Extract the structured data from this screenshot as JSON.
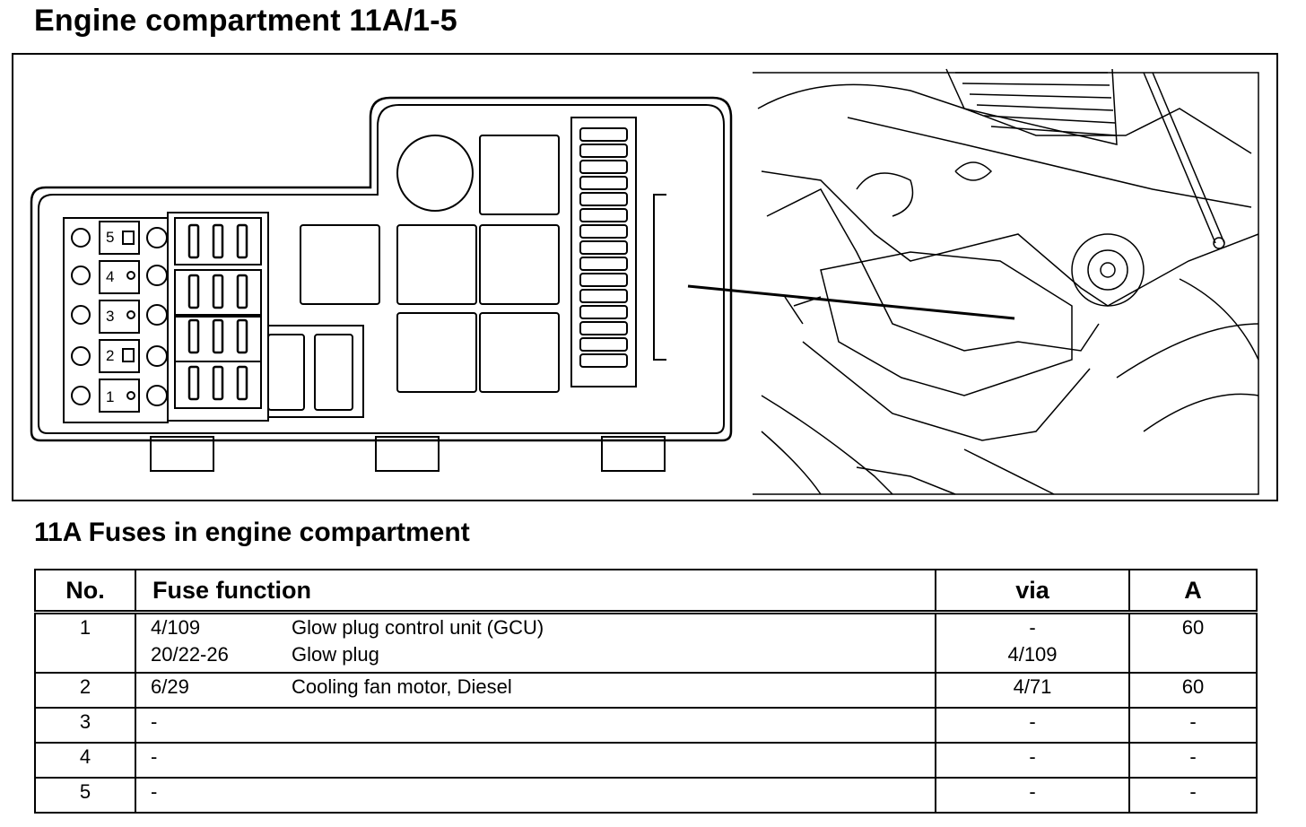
{
  "title": "Engine compartment 11A/1-5",
  "subtitle": "11A Fuses in engine compartment",
  "diagram": {
    "fuse_labels": [
      "5",
      "4",
      "3",
      "2",
      "1"
    ]
  },
  "table": {
    "headers": {
      "no": "No.",
      "function": "Fuse function",
      "via": "via",
      "a": "A"
    },
    "rows": [
      {
        "no": "1",
        "lines": [
          {
            "code": "4/109",
            "desc": "Glow plug control unit (GCU)",
            "via": "-"
          },
          {
            "code": "20/22-26",
            "desc": "Glow plug",
            "via": "4/109"
          }
        ],
        "a": "60"
      },
      {
        "no": "2",
        "lines": [
          {
            "code": "6/29",
            "desc": "Cooling fan motor, Diesel",
            "via": "4/71"
          }
        ],
        "a": "60"
      },
      {
        "no": "3",
        "lines": [
          {
            "code": "-",
            "desc": "",
            "via": "-"
          }
        ],
        "a": "-"
      },
      {
        "no": "4",
        "lines": [
          {
            "code": "-",
            "desc": "",
            "via": "-"
          }
        ],
        "a": "-"
      },
      {
        "no": "5",
        "lines": [
          {
            "code": "-",
            "desc": "",
            "via": "-"
          }
        ],
        "a": "-"
      }
    ]
  }
}
